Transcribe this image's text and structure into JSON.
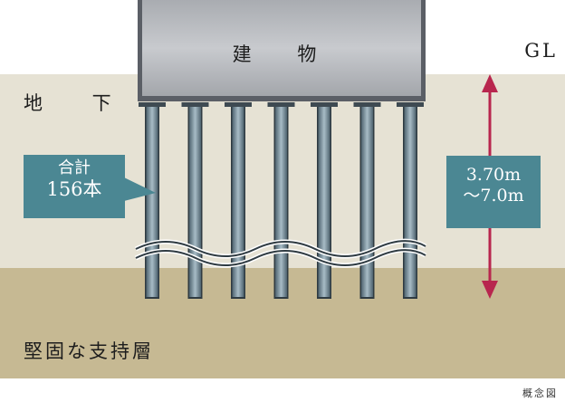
{
  "labels": {
    "building": "建 物",
    "gl": "GL",
    "underground": "地 下",
    "bearing_stratum": "堅固な支持層",
    "note": "概念図"
  },
  "pile_callout": {
    "line1": "合計",
    "line2": "156本"
  },
  "depth_callout": {
    "line1": "3.70m",
    "line2": "～7.0m"
  },
  "colors": {
    "ground": "#e6e2d4",
    "bearing_layer": "#c6b993",
    "building_fill": "#b9bbbf",
    "building_frame": "#5b5f66",
    "pile": "#8499a4",
    "callout": "#4b8793",
    "arrow": "#b8264e"
  },
  "piles": {
    "visible_count": 7
  }
}
